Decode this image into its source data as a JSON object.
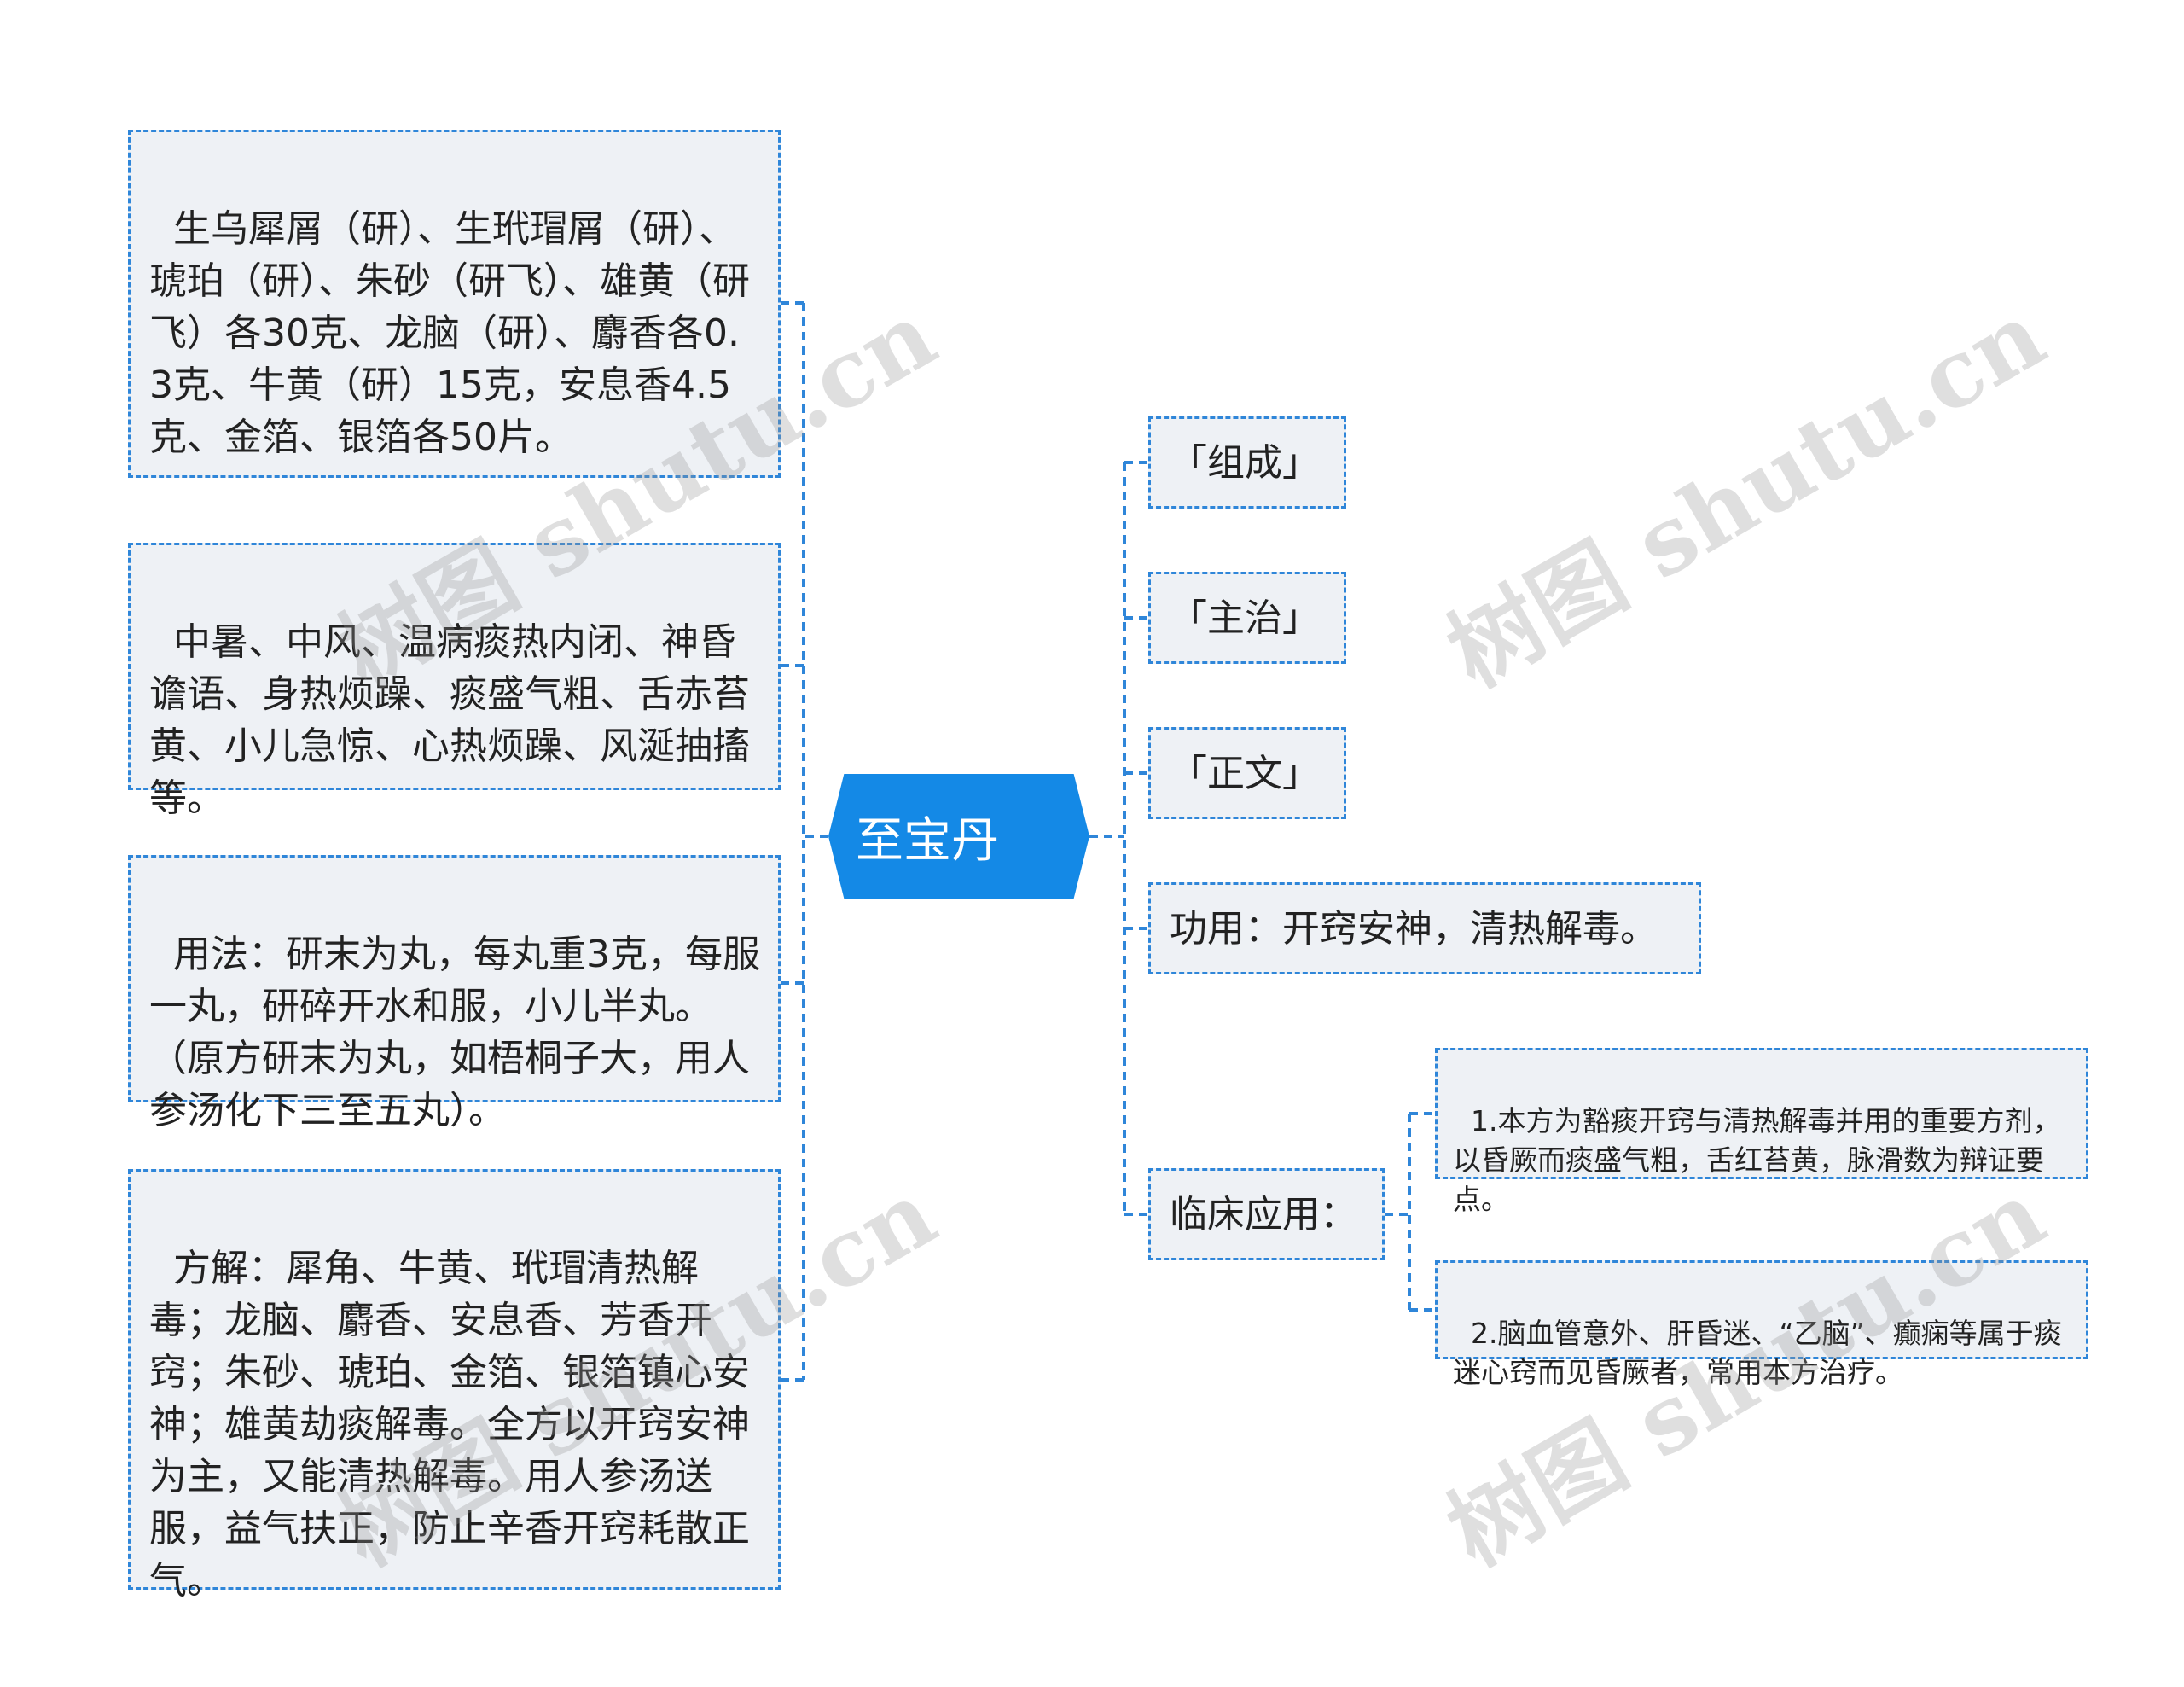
{
  "root": {
    "label": "至宝丹"
  },
  "left_nodes": [
    {
      "text": "生乌犀屑（研）、生玳瑁屑（研）、琥珀（研）、朱砂（研飞）、雄黄（研飞）各30克、龙脑（研）、麝香各0.3克、牛黄（研）15克，安息香4.5克、金箔、银箔各50片。"
    },
    {
      "text": "中暑、中风、温病痰热内闭、神昏谵语、身热烦躁、痰盛气粗、舌赤苔黄、小儿急惊、心热烦躁、风涎抽搐等。"
    },
    {
      "text": "用法：研末为丸，每丸重3克，每服一丸，研碎开水和服，小儿半丸。（原方研末为丸，如梧桐子大，用人参汤化下三至五丸）。"
    },
    {
      "text": "方解：犀角、牛黄、玳瑁清热解毒；龙脑、麝香、安息香、芳香开窍；朱砂、琥珀、金箔、银箔镇心安神；雄黄劫痰解毒。全方以开窍安神为主，又能清热解毒。用人参汤送服，益气扶正，防止辛香开窍耗散正气。"
    }
  ],
  "right_nodes": [
    {
      "label": "「组成」"
    },
    {
      "label": "「主治」"
    },
    {
      "label": "「正文」"
    },
    {
      "label": "功用：开窍安神，清热解毒。"
    },
    {
      "label": "临床应用："
    }
  ],
  "clinical_children": [
    {
      "text": "1.本方为豁痰开窍与清热解毒并用的重要方剂，以昏厥而痰盛气粗，舌红苔黄，脉滑数为辩证要点。"
    },
    {
      "text": "2.脑血管意外、肝昏迷、“乙脑”、癫痫等属于痰迷心窍而见昏厥者，常用本方治疗。"
    }
  ],
  "watermarks": [
    "树图 shutu.cn",
    "树图 shutu.cn",
    "树图 shutu.cn",
    "树图 shutu.cn"
  ],
  "colors": {
    "accent": "#1489e6",
    "line": "#2f86d9",
    "node_bg": "#eef1f5"
  }
}
